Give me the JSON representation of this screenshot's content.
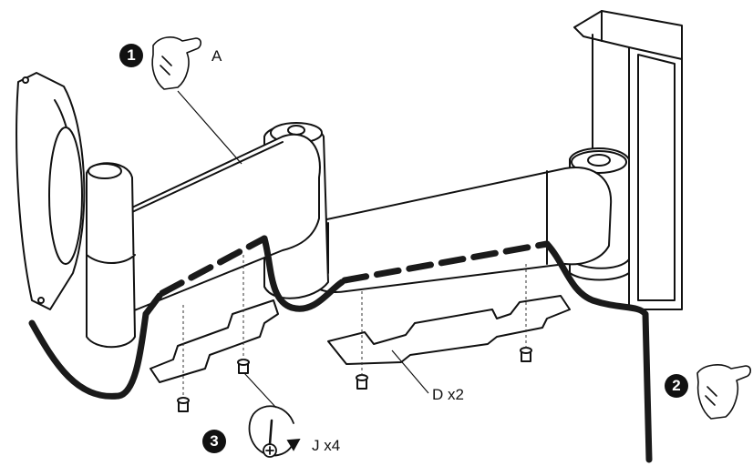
{
  "steps": [
    {
      "number": "1",
      "label": "A"
    },
    {
      "number": "2",
      "label": ""
    },
    {
      "number": "3",
      "label": "J x4"
    }
  ],
  "parts": {
    "cover_plates": "D x2"
  },
  "icons": [
    "hand-pull-icon",
    "hand-insert-icon",
    "screw-rotate-icon"
  ],
  "colors": {
    "line": "#111111",
    "cable": "#1a1a1a",
    "fill": "#ffffff"
  }
}
